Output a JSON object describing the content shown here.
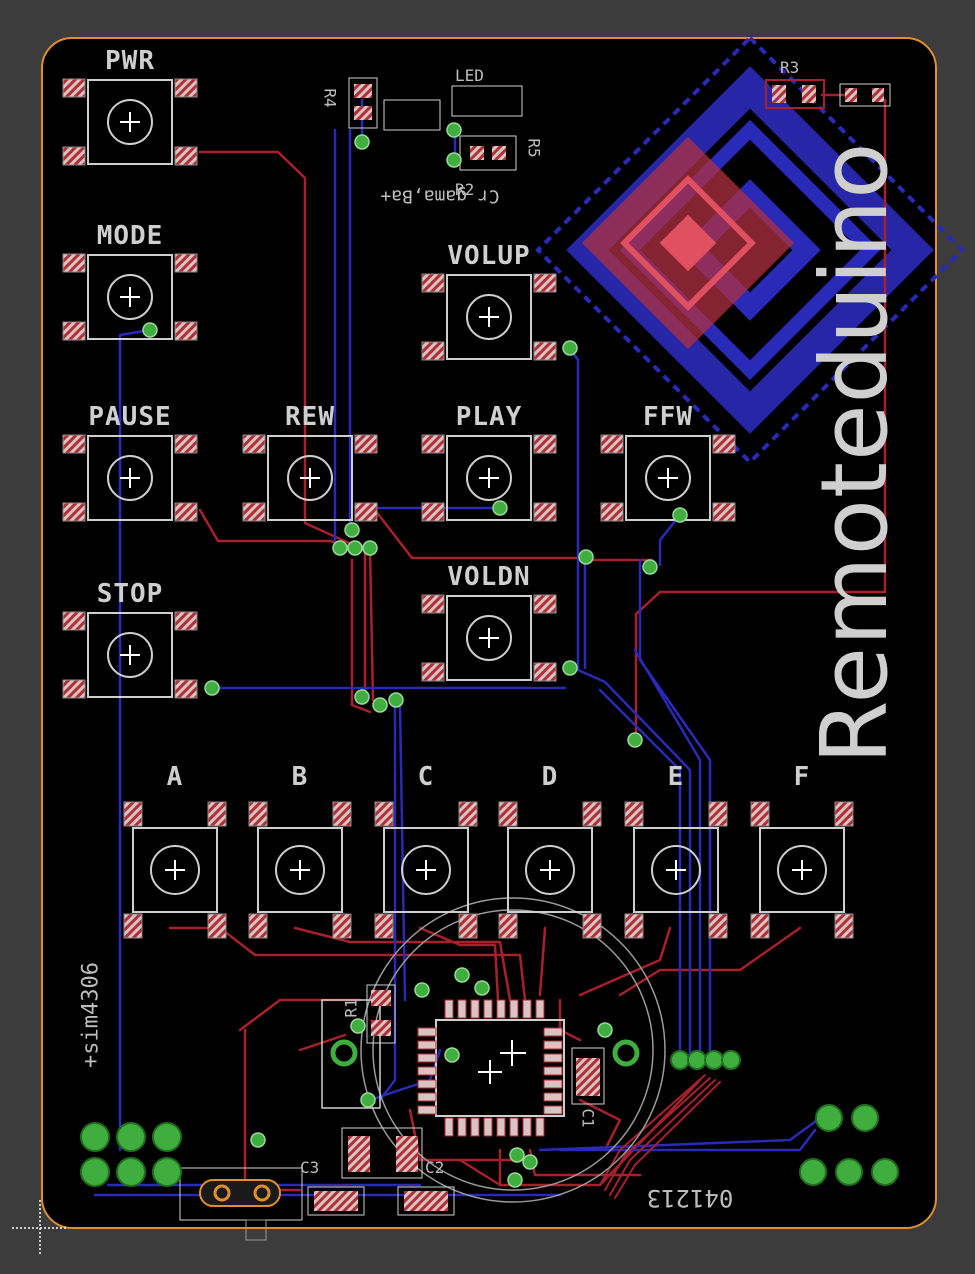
{
  "board": {
    "brand": "Remoteduino",
    "revision": "041213",
    "net_label": "+sim4306",
    "mirrored_text": "Cr gama,Ba+"
  },
  "buttons": [
    {
      "id": "pwr",
      "label": "PWR"
    },
    {
      "id": "mode",
      "label": "MODE"
    },
    {
      "id": "volup",
      "label": "VOLUP"
    },
    {
      "id": "pause",
      "label": "PAUSE"
    },
    {
      "id": "rew",
      "label": "REW"
    },
    {
      "id": "play",
      "label": "PLAY"
    },
    {
      "id": "ffw",
      "label": "FFW"
    },
    {
      "id": "stop",
      "label": "STOP"
    },
    {
      "id": "voldn",
      "label": "VOLDN"
    },
    {
      "id": "a",
      "label": "A"
    },
    {
      "id": "b",
      "label": "B"
    },
    {
      "id": "c",
      "label": "C"
    },
    {
      "id": "d",
      "label": "D"
    },
    {
      "id": "e",
      "label": "E"
    },
    {
      "id": "f",
      "label": "F"
    }
  ],
  "components": {
    "r1": "R1",
    "r2": "R2",
    "r3": "R3",
    "r4": "R4",
    "r5": "R5",
    "c1": "C1",
    "c2": "C2",
    "c3": "C3",
    "led": "LED"
  },
  "colors": {
    "background": "#3c3c3c",
    "board": "#000000",
    "outline": "#e0902a",
    "top_copper": "#a8202c",
    "bottom_copper": "#2a2ab8",
    "via": "#3fae3f",
    "silkscreen": "#cfcfcf"
  }
}
